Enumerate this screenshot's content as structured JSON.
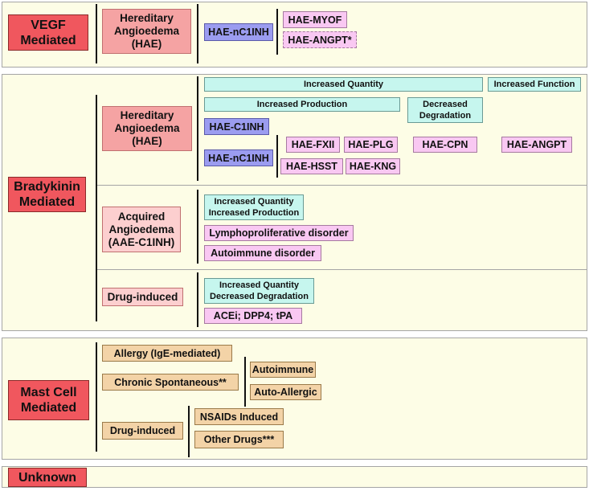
{
  "vegf": {
    "label": "VEGF\nMediated",
    "hae": "Hereditary\nAngioedema\n(HAE)",
    "nc1inh": "HAE-nC1INH",
    "myof": "HAE-MYOF",
    "angpt": "HAE-ANGPT*"
  },
  "bradykinin": {
    "label": "Bradykinin\nMediated",
    "hae": {
      "label": "Hereditary\nAngioedema\n(HAE)",
      "increased_quantity": "Increased Quantity",
      "increased_function": "Increased Function",
      "increased_production": "Increased Production",
      "decreased_degradation": "Decreased\nDegradation",
      "c1inh": "HAE-C1INH",
      "nc1inh": "HAE-nC1INH",
      "fxii": "HAE-FXII",
      "plg": "HAE-PLG",
      "cpn": "HAE-CPN",
      "angpt": "HAE-ANGPT",
      "hsst": "HAE-HSST",
      "kng": "HAE-KNG"
    },
    "acquired": {
      "label": "Acquired\nAngioedema\n(AAE-C1INH)",
      "mechanism": "Increased Quantity\nIncreased Production",
      "lympho": "Lymphoproliferative disorder",
      "autoimmune": "Autoimmune disorder"
    },
    "drug": {
      "label": "Drug-induced",
      "mechanism": "Increased Quantity\nDecreased Degradation",
      "drugs": "ACEi; DPP4; tPA"
    }
  },
  "mast": {
    "label": "Mast Cell\nMediated",
    "allergy": "Allergy (IgE-mediated)",
    "chronic": "Chronic Spontaneous**",
    "autoimmune": "Autoimmune",
    "auto_allergic": "Auto-Allergic",
    "drug": "Drug-induced",
    "nsaids": "NSAIDs Induced",
    "other": "Other Drugs***"
  },
  "unknown": {
    "label": "Unknown"
  }
}
